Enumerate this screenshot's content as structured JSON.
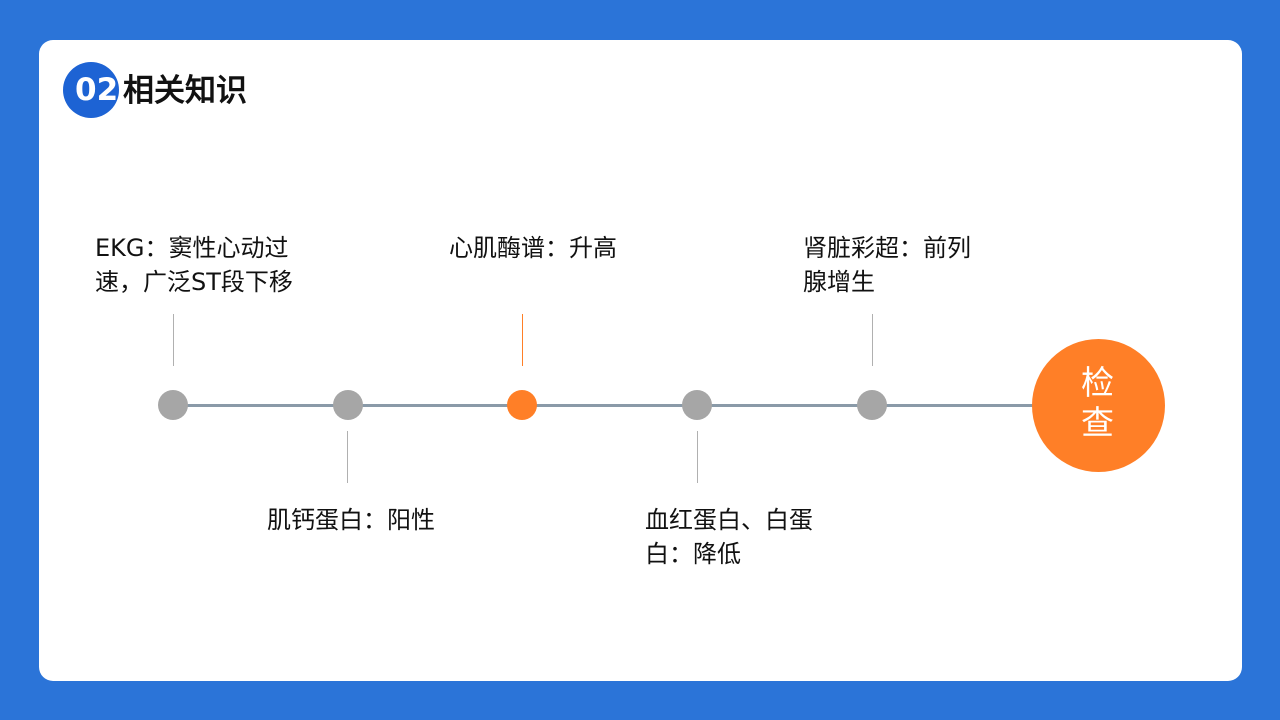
{
  "header": {
    "number": "02.",
    "title": "相关知识"
  },
  "timeline": {
    "end_label_line1": "检",
    "end_label_line2": "查",
    "items": [
      {
        "text": "EKG：窦性心动过速，广泛ST段下移",
        "position": "above",
        "highlight": false
      },
      {
        "text": "肌钙蛋白：阳性",
        "position": "below",
        "highlight": false
      },
      {
        "text": "心肌酶谱：升高",
        "position": "above",
        "highlight": true
      },
      {
        "text": "血红蛋白、白蛋白：降低",
        "position": "below",
        "highlight": false
      },
      {
        "text": "肾脏彩超：前列腺增生",
        "position": "above",
        "highlight": false
      }
    ]
  },
  "colors": {
    "background": "#2B74D8",
    "badge": "#1D63D4",
    "accent": "#FF7F27",
    "dot": "#A6A6A6",
    "line": "#8A9AA8"
  }
}
